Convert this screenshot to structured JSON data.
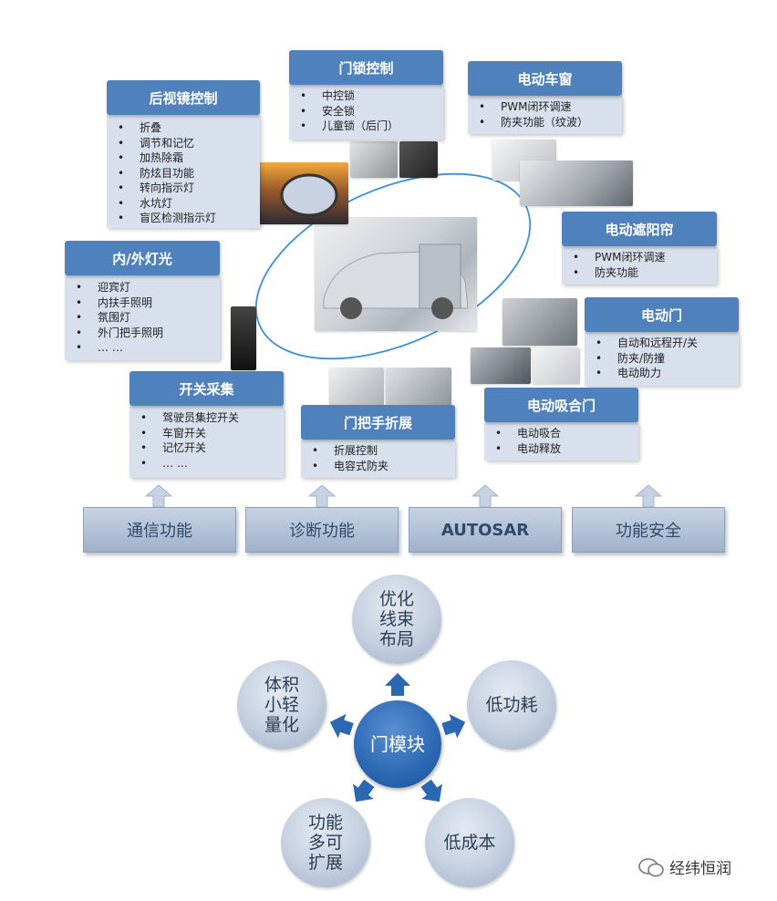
{
  "cards": {
    "mirror": {
      "title": "后视镜控制",
      "items": [
        "折叠",
        "调节和记忆",
        "加热除霜",
        "防炫目功能",
        "转向指示灯",
        "水坑灯",
        "盲区检测指示灯"
      ]
    },
    "lock": {
      "title": "门锁控制",
      "items": [
        "中控锁",
        "安全锁",
        "儿童锁（后门）"
      ]
    },
    "window": {
      "title": "电动车窗",
      "items": [
        "PWM闭环调速",
        "防夹功能（纹波）"
      ]
    },
    "sunshade": {
      "title": "电动遮阳帘",
      "items": [
        "PWM闭环调速",
        "防夹功能"
      ]
    },
    "lights": {
      "title": "内/外灯光",
      "items": [
        "迎宾灯",
        "内扶手照明",
        "氛围灯",
        "外门把手照明",
        "… …"
      ]
    },
    "power_door": {
      "title": "电动门",
      "items": [
        "自动和远程开/关",
        "防夹/防撞",
        "电动助力"
      ]
    },
    "switch": {
      "title": "开关采集",
      "items": [
        "驾驶员集控开关",
        "车窗开关",
        "记忆开关",
        "… …"
      ]
    },
    "handle": {
      "title": "门把手折展",
      "items": [
        "折展控制",
        "电容式防夹"
      ]
    },
    "suction": {
      "title": "电动吸合门",
      "items": [
        "电动吸合",
        "电动释放"
      ]
    }
  },
  "platforms": [
    "通信功能",
    "诊断功能",
    "AUTOSAR",
    "功能安全"
  ],
  "cycle": {
    "center": "门模块",
    "nodes": [
      "优化线束布局",
      "低功耗",
      "低成本",
      "功能多可扩展",
      "体积小轻量化"
    ]
  },
  "watermark": "经纬恒润",
  "colors": {
    "header_blue": "#4f81bd",
    "body_grey_blue": "#d7e0ec",
    "center_blue": "#2b68b3",
    "ellipse": "#3b8fd8"
  }
}
